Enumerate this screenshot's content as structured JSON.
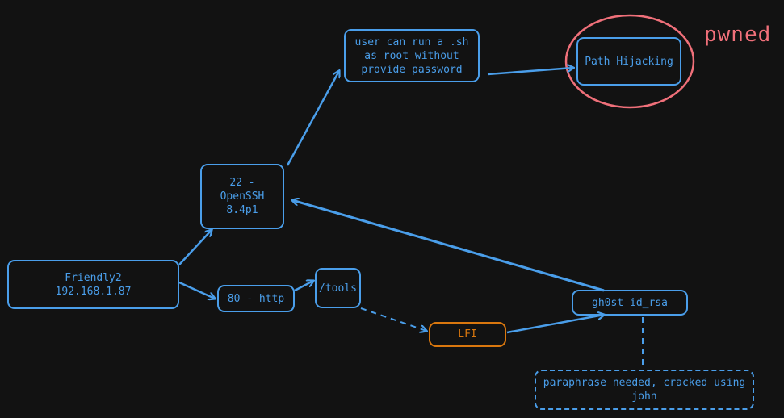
{
  "nodes": {
    "friendly": "Friendly2\n192.168.1.87",
    "ssh": "22 -\nOpenSSH\n8.4p1",
    "http": "80 - http",
    "tools": "/tools",
    "lfi": "LFI",
    "root_script": "user can run a .sh\nas root without\nprovide password",
    "path_hijack": "Path Hijacking",
    "id_rsa": "gh0st id_rsa",
    "passphrase": "paraphrase needed, cracked using\njohn"
  },
  "annotation": "pwned",
  "colors": {
    "background": "#121212",
    "blue": "#4a9eea",
    "orange": "#d9770e",
    "red": "#f0707a"
  }
}
